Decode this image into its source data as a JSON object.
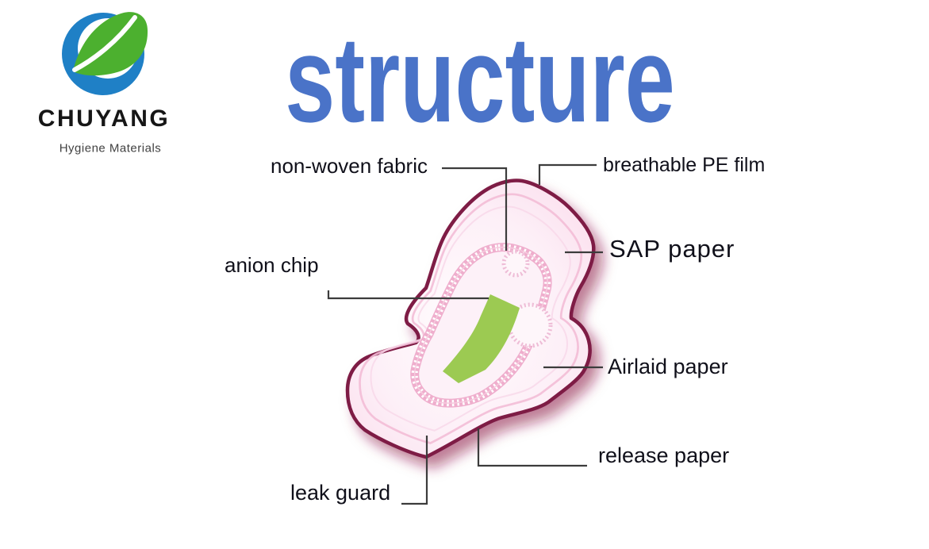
{
  "slide": {
    "background": "#ffffff",
    "title": "structure",
    "title_color": "#4a73c8"
  },
  "brand": {
    "name": "CHUYANG",
    "tagline": "Hygiene Materials",
    "logo_blue": "#1f80c6",
    "logo_green": "#4cb02f",
    "logo_icon": "leaf-in-circle"
  },
  "diagram": {
    "subject": "sanitary pad layer structure",
    "colors": {
      "pad_outline": "#7e1a45",
      "pad_shadow": "#8a1545",
      "pad_body": "#fce7f2",
      "pad_body_light": "#fffbfd",
      "core_band": "#efaecd",
      "stitch": "#ffffff",
      "chip_green": "#9cca52",
      "connector_line": "#3c3c3c",
      "label_text": "#10101a"
    },
    "labels": [
      {
        "id": "non-woven-fabric",
        "text": "non-woven fabric"
      },
      {
        "id": "breathable-pe-film",
        "text": "breathable PE film"
      },
      {
        "id": "sap-paper",
        "text": "SAP paper"
      },
      {
        "id": "anion-chip",
        "text": "anion chip"
      },
      {
        "id": "airlaid-paper",
        "text": "Airlaid paper"
      },
      {
        "id": "release-paper",
        "text": "release paper"
      },
      {
        "id": "leak-guard",
        "text": "leak guard"
      }
    ]
  }
}
